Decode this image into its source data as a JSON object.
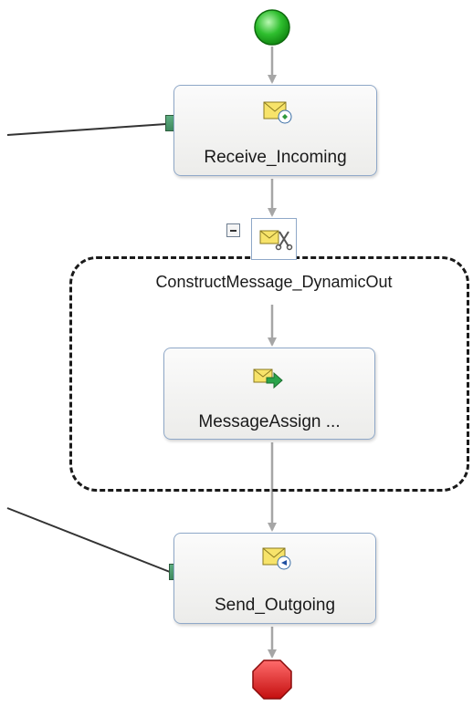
{
  "shapes": {
    "receive": {
      "label": "Receive_Incoming",
      "icon": "receive-envelope-icon"
    },
    "scope": {
      "label": "ConstructMessage_DynamicOut",
      "icon": "construct-message-icon"
    },
    "assign": {
      "label": "MessageAssign ...",
      "icon": "assign-message-icon"
    },
    "send": {
      "label": "Send_Outgoing",
      "icon": "send-envelope-icon"
    }
  },
  "colors": {
    "start": "#2fbf2f",
    "end": "#e11c1c",
    "connector": "#a6a6a6",
    "port": "#4f9e72",
    "shape_border": "#8fa8c8"
  }
}
